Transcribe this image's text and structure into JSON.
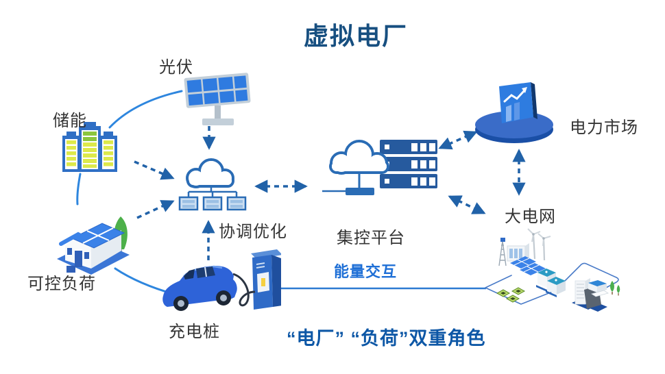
{
  "title": "虚拟电厂",
  "nodes": {
    "pv": {
      "label": "光伏",
      "icon": "solar-panel-icon"
    },
    "storage": {
      "label": "储能",
      "icon": "battery-storage-icon"
    },
    "load": {
      "label": "可控负荷",
      "icon": "smart-house-icon"
    },
    "charger": {
      "label": "充电桩",
      "icon": "ev-charging-icon"
    },
    "coordination": {
      "label": "协调优化",
      "icon": "cloud-compute-icon"
    },
    "platform": {
      "label": "集控平台",
      "icon": "cloud-server-icon"
    },
    "market": {
      "label": "电力市场",
      "icon": "market-dashboard-icon"
    },
    "grid": {
      "label": "大电网",
      "icon": "power-grid-icon"
    }
  },
  "connections": {
    "energy_exchange_label": "能量交互",
    "dashed_links": [
      "pv -> coordination",
      "storage -> coordination",
      "load -> coordination",
      "charger -> coordination",
      "coordination <-> platform",
      "platform <-> market",
      "platform <-> grid",
      "market <-> grid"
    ],
    "solid_links": [
      "storage ~ pv",
      "storage ~ load ~ charger",
      "charger — grid (能量交互)"
    ]
  },
  "footer": "“电厂” “负荷”双重角色",
  "colors": {
    "title": "#174f80",
    "node_label": "#343434",
    "arrow": "#2162a8",
    "solid_curve": "#2e86de",
    "energy_text": "#1e6fd6",
    "footer_text": "#0d57a6",
    "icon_blue": "#2f6bc7",
    "battery_cell": "#dde94a"
  }
}
